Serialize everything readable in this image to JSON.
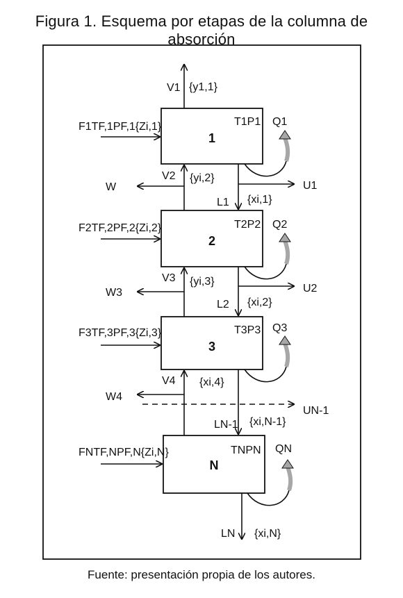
{
  "title": "Figura 1. Esquema por etapas de la columna de absorción",
  "caption": "Fuente: presentación propia de los autores.",
  "stages": [
    {
      "label": "1",
      "tp": "T1P1"
    },
    {
      "label": "2",
      "tp": "T2P2"
    },
    {
      "label": "3",
      "tp": "T3P3"
    },
    {
      "label": "N",
      "tp": "TNPN"
    }
  ],
  "labels": {
    "V1": "V1",
    "y11": "{y1,1}",
    "F1": "F1TF,1PF,1{Zi,1}",
    "Q1": "Q1",
    "V2": "V2",
    "yi2": "{yi,2}",
    "W": "W",
    "U1": "U1",
    "L1": "L1",
    "xi1": "{xi,1}",
    "F2": "F2TF,2PF,2{Zi,2}",
    "Q2": "Q2",
    "V3": "V3",
    "yi3": "{yi,3}",
    "W3": "W3",
    "U2": "U2",
    "L2": "L2",
    "xi2": "{xi,2}",
    "F3": "F3TF,3PF,3{Zi,3}",
    "Q3": "Q3",
    "V4": "V4",
    "xi4": "{xi,4}",
    "W4": "W4",
    "UN1": "UN-1",
    "LN1": "LN-1",
    "xiN1": "{xi,N-1}",
    "FN": "FNTF,NPF,N{Zi,N}",
    "QN": "QN",
    "LN": "LN",
    "xiN": "{xi,N}"
  }
}
